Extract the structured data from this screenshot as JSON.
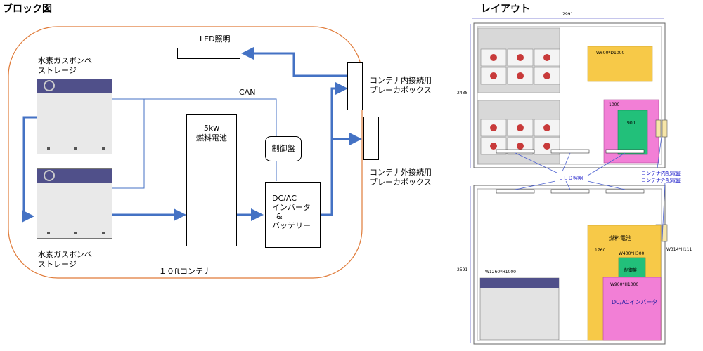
{
  "headings": {
    "block_diagram": "ブロック図",
    "layout": "レイアウト"
  },
  "block": {
    "container_label": "１０ftコンテナ",
    "led_label": "LED照明",
    "can_label": "CAN",
    "tank_top_label": [
      "水素ガスボンベ",
      "ストレージ"
    ],
    "tank_bottom_label": [
      "水素ガスボンベ",
      "ストレージ"
    ],
    "fuel_cell": [
      "5kw",
      "燃料電池"
    ],
    "controller": "制御盤",
    "inverter": [
      "DC/AC",
      "インバータ",
      "&",
      "バッテリー"
    ],
    "breaker_in": [
      "コンテナ内接続用",
      "ブレーカボックス"
    ],
    "breaker_out": [
      "コンテナ外接続用",
      "ブレーカボックス"
    ]
  },
  "layout": {
    "width_dim": "2991",
    "depth_dim_top": "2438",
    "depth_dim_bottom": "2591",
    "yellow_box_label": "W600*D1000",
    "pink_box_label_top": "1000",
    "green_box_label_top": "900",
    "led_label": "ＬＥＤ照明",
    "panel_labels": [
      "コンテナ内配電盤",
      "コンテナ外配電盤"
    ],
    "panel_dim": "W314*H111",
    "fuel_cell_label": "燃料電池",
    "height_dim": "1760",
    "green_box_label_bottom": "W400*H300",
    "controller_label": "制御盤",
    "pink_box_label_bottom": "W900*H1000",
    "inverter_label": "DC/ACインバータ",
    "tank_label": "W1260*H1000"
  },
  "colors": {
    "arrow_blue": "#4472c4",
    "container_border": "#e07b39",
    "yellow": "#f7c948",
    "pink": "#f27fd6",
    "green": "#22c07a",
    "tank_top": "#50508a"
  }
}
